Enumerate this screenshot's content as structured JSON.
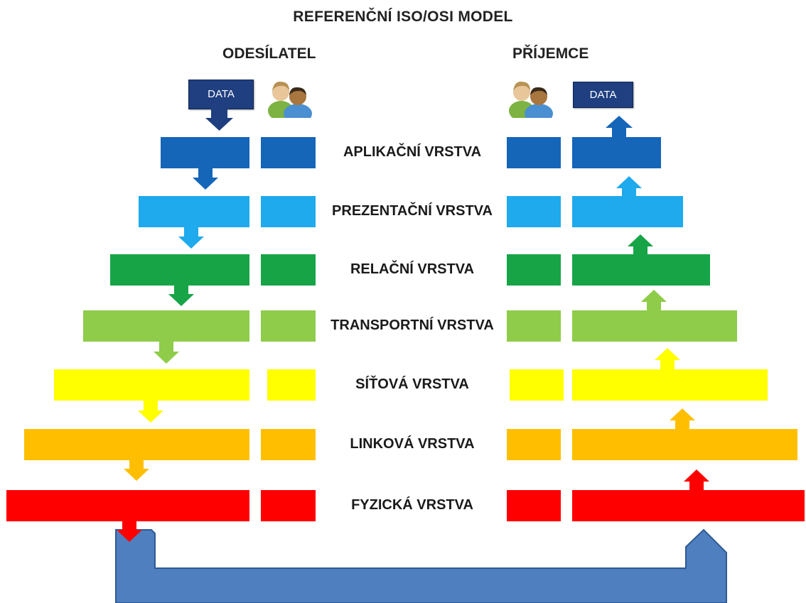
{
  "title": "REFERENČNÍ ISO/OSI MODEL",
  "sender": {
    "label": "ODESÍLATEL",
    "data_label": "DATA"
  },
  "receiver": {
    "label": "PŘÍJEMCE",
    "data_label": "DATA"
  },
  "layers": [
    {
      "label": "APLIKAČNÍ VRSTVA",
      "color": "#1565b8"
    },
    {
      "label": "PREZENTAČNÍ VRSTVA",
      "color": "#1eaaec"
    },
    {
      "label": "RELAČNÍ VRSTVA",
      "color": "#16a447"
    },
    {
      "label": "TRANSPORTNÍ VRSTVA",
      "color": "#8fcc4a"
    },
    {
      "label": "SÍŤOVÁ VRSTVA",
      "color": "#ffff00"
    },
    {
      "label": "LINKOVÁ VRSTVA",
      "color": "#ffbf00"
    },
    {
      "label": "FYZICKÁ VRSTVA",
      "color": "#ff0000"
    }
  ],
  "colors": {
    "data_box": "#1f3f80",
    "medium": "#4f7fbf",
    "medium_stroke": "#2e5a94"
  },
  "icons": {
    "sender_users": "users-icon",
    "receiver_users": "users-icon"
  }
}
